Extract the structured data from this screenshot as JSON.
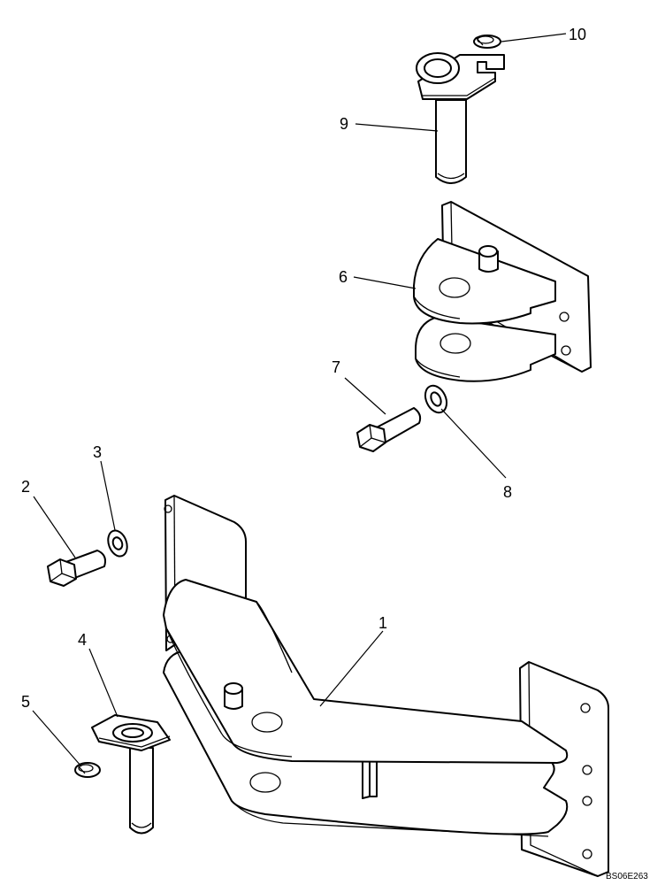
{
  "callouts": {
    "c1": "1",
    "c2": "2",
    "c3": "3",
    "c4": "4",
    "c5": "5",
    "c6": "6",
    "c7": "7",
    "c8": "8",
    "c9": "9",
    "c10": "10"
  },
  "drawing_code": "BS06E263"
}
